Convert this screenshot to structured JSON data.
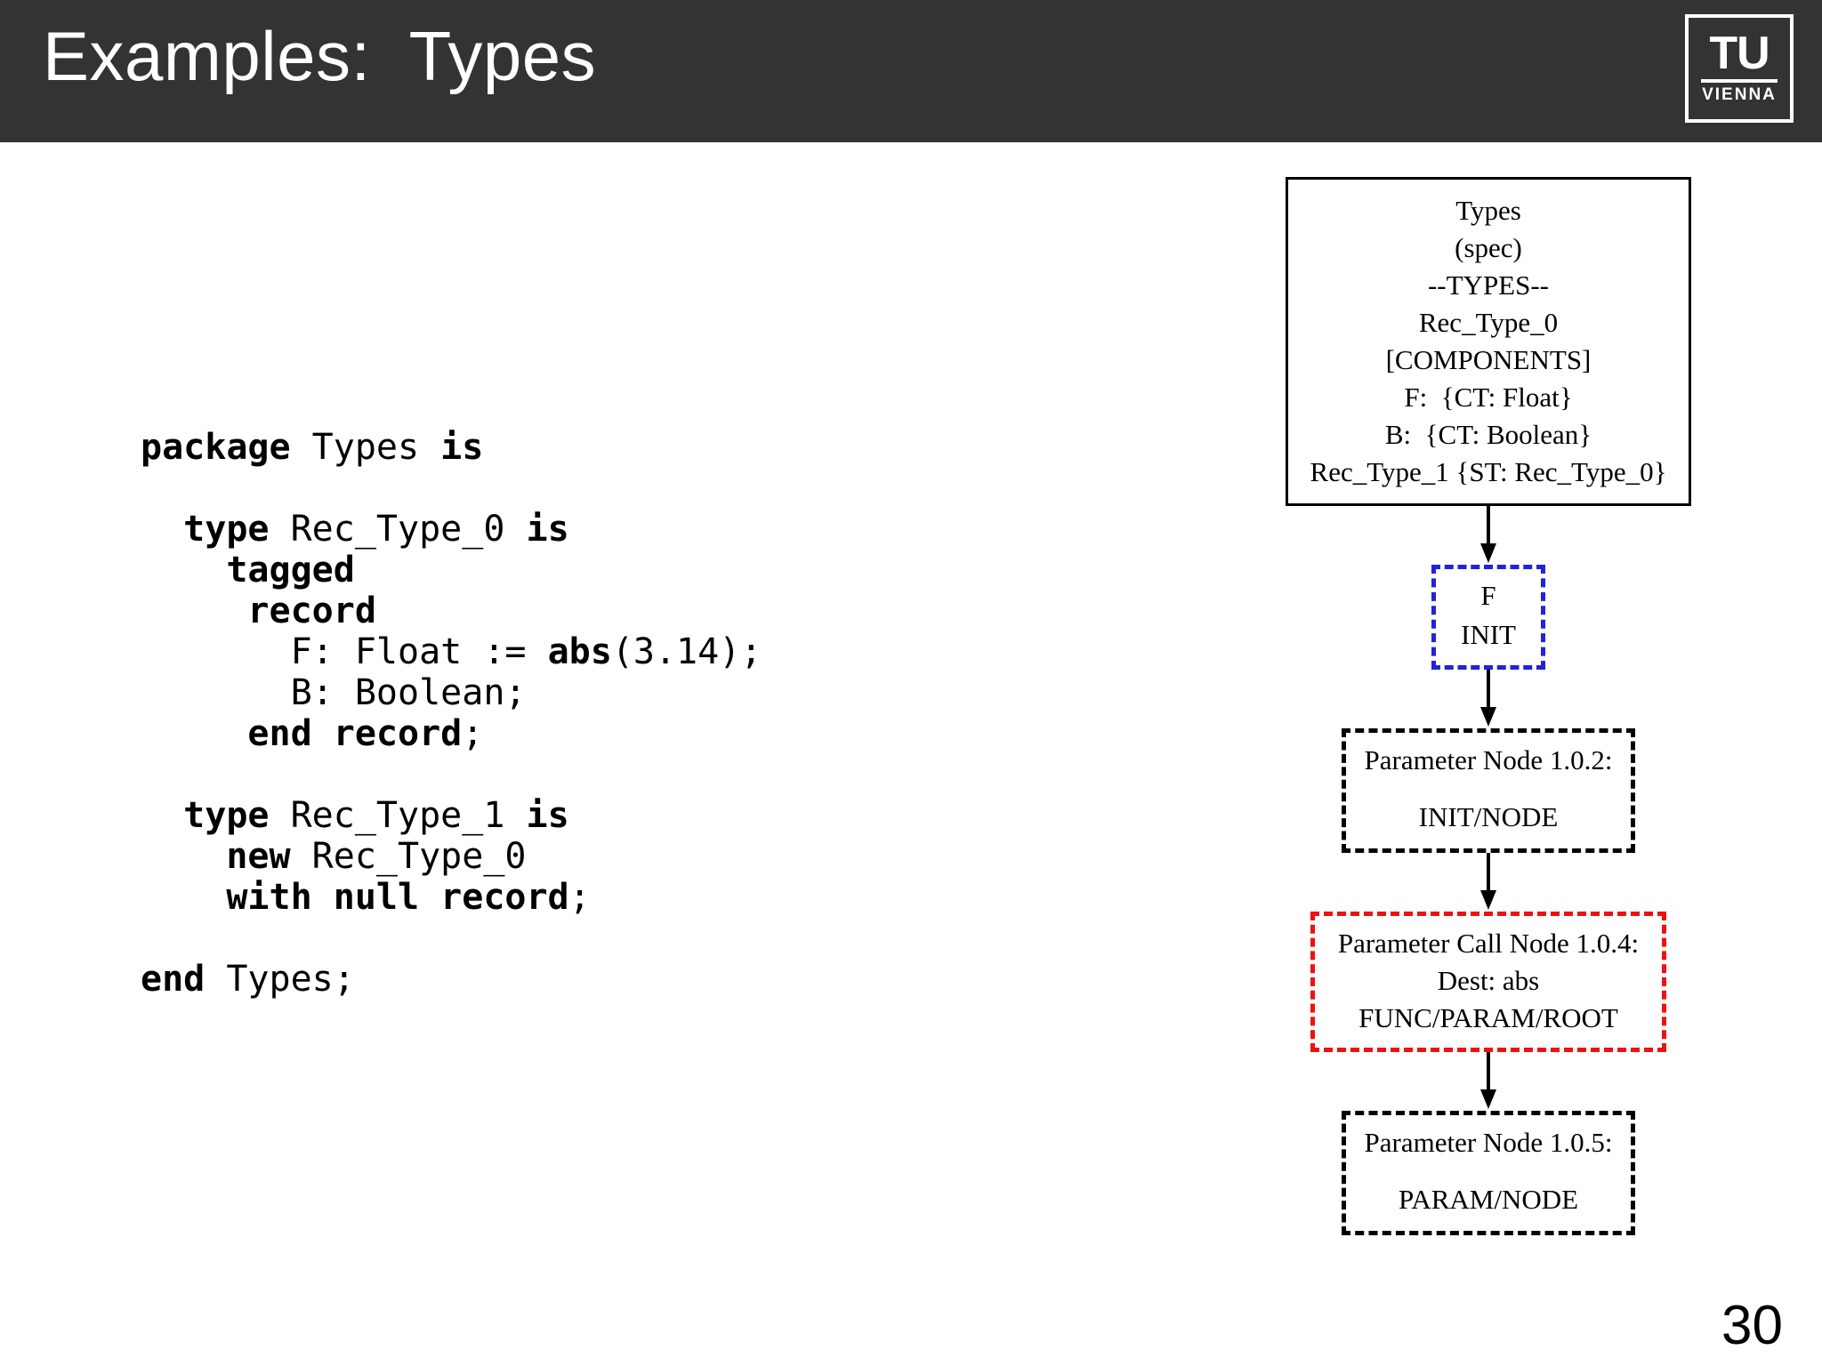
{
  "slide": {
    "title": "Examples:  Types",
    "page_number": "30",
    "header_bg": "#333333",
    "header_fg": "#ffffff"
  },
  "logo": {
    "word": "TU",
    "sub": "VIENNA"
  },
  "code": {
    "language": "Ada",
    "lines": [
      [
        {
          "t": "package ",
          "b": true
        },
        {
          "t": "Types ",
          "b": false
        },
        {
          "t": "is",
          "b": true
        }
      ],
      [
        {
          "t": "",
          "b": false
        }
      ],
      [
        {
          "t": "  type ",
          "b": true
        },
        {
          "t": "Rec_Type_0 ",
          "b": false
        },
        {
          "t": "is",
          "b": true
        }
      ],
      [
        {
          "t": "    tagged",
          "b": true
        }
      ],
      [
        {
          "t": "     record",
          "b": true
        }
      ],
      [
        {
          "t": "       F: Float := ",
          "b": false
        },
        {
          "t": "abs",
          "b": true
        },
        {
          "t": "(3.14);",
          "b": false
        }
      ],
      [
        {
          "t": "       B: Boolean;",
          "b": false
        }
      ],
      [
        {
          "t": "     end record",
          "b": true
        },
        {
          "t": ";",
          "b": false
        }
      ],
      [
        {
          "t": "",
          "b": false
        }
      ],
      [
        {
          "t": "  type ",
          "b": true
        },
        {
          "t": "Rec_Type_1 ",
          "b": false
        },
        {
          "t": "is",
          "b": true
        }
      ],
      [
        {
          "t": "    new ",
          "b": true
        },
        {
          "t": "Rec_Type_0",
          "b": false
        }
      ],
      [
        {
          "t": "    with null record",
          "b": true
        },
        {
          "t": ";",
          "b": false
        }
      ],
      [
        {
          "t": "",
          "b": false
        }
      ],
      [
        {
          "t": "end ",
          "b": true
        },
        {
          "t": "Types;",
          "b": false
        }
      ]
    ]
  },
  "diagram": {
    "colors": {
      "solid_black": "#000000",
      "dashed_blue": "#2222dd",
      "dashed_red": "#ee1111"
    },
    "nodes": [
      {
        "id": "spec",
        "style": "solid-black",
        "lines": [
          "Types",
          "(spec)",
          "--TYPES--",
          "Rec_Type_0",
          "[COMPONENTS]",
          "F:  {CT: Float}",
          "B:  {CT: Boolean}",
          "Rec_Type_1 {ST: Rec_Type_0}"
        ]
      },
      {
        "id": "f-init",
        "style": "dashed-blue",
        "lines": [
          "F",
          "INIT"
        ]
      },
      {
        "id": "param-node-102",
        "style": "dashed-black",
        "lines": [
          "Parameter Node 1.0.2:",
          "INIT/NODE"
        ]
      },
      {
        "id": "param-call-node-104",
        "style": "dashed-red",
        "lines": [
          "Parameter Call Node 1.0.4:",
          "Dest: abs",
          "FUNC/PARAM/ROOT"
        ]
      },
      {
        "id": "param-node-105",
        "style": "dashed-black",
        "lines": [
          "Parameter Node 1.0.5:",
          "PARAM/NODE"
        ]
      }
    ]
  }
}
